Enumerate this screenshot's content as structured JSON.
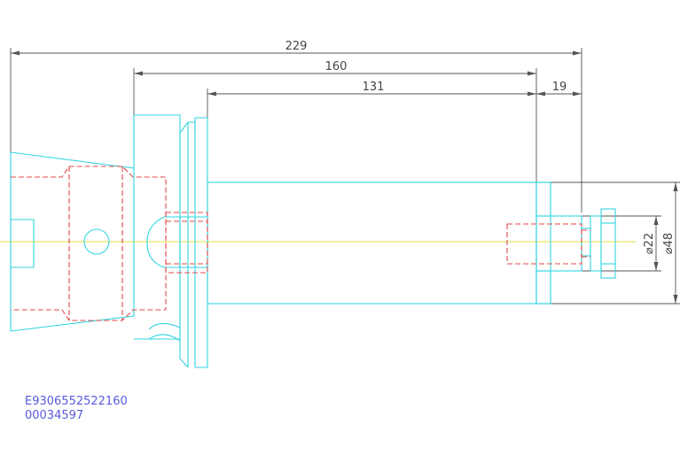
{
  "dimensions": {
    "overall": "229",
    "d160": "160",
    "d131": "131",
    "d19": "19",
    "dia22": "⌀22",
    "dia48": "⌀48"
  },
  "part_code": {
    "line1": "E9306552522160",
    "line2": "00034597"
  },
  "colors": {
    "outline": "#33d6e0",
    "hidden": "#e24a4a",
    "centerline": "#e6e04a",
    "dimension": "#555555",
    "code_text": "#5a5adf"
  }
}
